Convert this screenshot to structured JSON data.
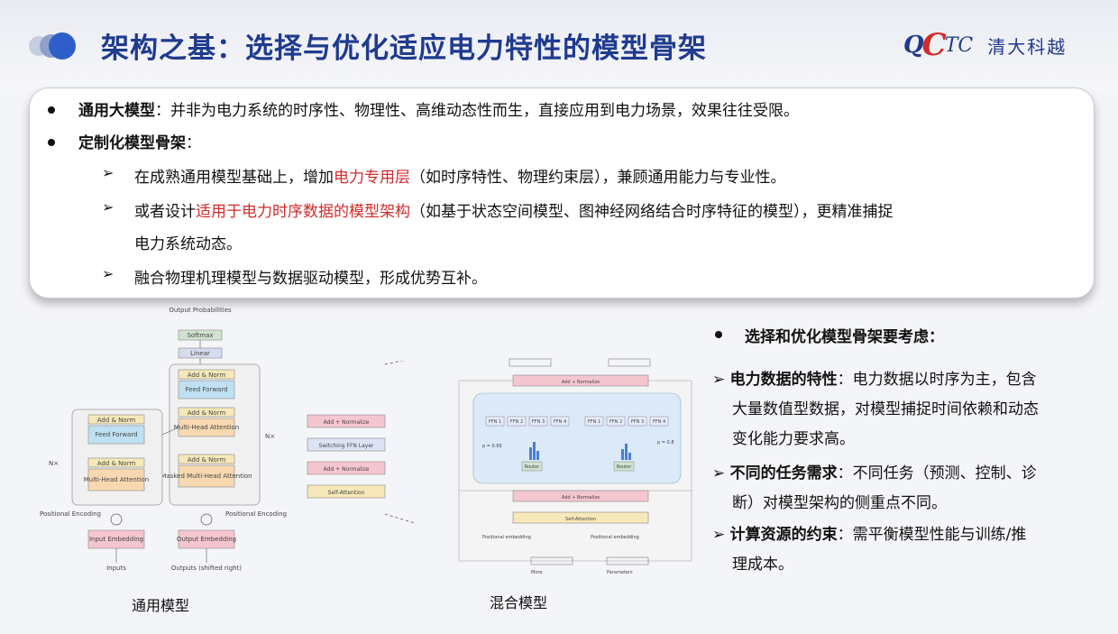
{
  "header": {
    "title": "架构之基：选择与优化适应电力特性的模型骨架",
    "logo_q": "Q",
    "logo_c": "C",
    "logo_tc": "TC",
    "logo_cn": "清大科越"
  },
  "top_box": {
    "item1_bold": "通用大模型",
    "item1_text": "：并非为电力系统的时序性、物理性、高维动态性而生，直接应用到电力场景，效果往往受限。",
    "item2_bold": "定制化模型骨架",
    "item2_text": "：",
    "sub1_pre": "在成熟通用模型基础上，增加",
    "sub1_red": "电力专用层",
    "sub1_post": "（如时序特性、物理约束层），兼顾通用能力与专业性。",
    "sub2_pre": "或者设计",
    "sub2_red": "适用于电力时序数据的模型架构",
    "sub2_post": "（如基于状态空间模型、图神经网络结合时序特征的模型），更精准捕捉",
    "sub2_line2": "电力系统动态。",
    "sub3": "融合物理机理模型与数据驱动模型，形成优势互补。"
  },
  "right_panel": {
    "heading": "选择和优化模型骨架要考虑：",
    "p1_bold": "电力数据的特性",
    "p1_l1": "：电力数据以时序为主，包含",
    "p1_l2": "大量数值型数据，对模型捕捉时间依赖和动态",
    "p1_l3": "变化能力要求高。",
    "p2_bold": "不同的任务需求",
    "p2_l1": "：不同任务（预测、控制、诊",
    "p2_l2": "断）对模型架构的侧重点不同。",
    "p3_bold": "计算资源的约束",
    "p3_l1": "：需平衡模型性能与训练/推",
    "p3_l2": "理成本。"
  },
  "diagram_left": {
    "caption": "通用模型",
    "output_probs": "Output Probabilities",
    "softmax": "Softmax",
    "linear": "Linear",
    "add_norm": "Add & Norm",
    "feed_forward": "Feed Forward",
    "mh_attention": "Multi-Head Attention",
    "masked_mh": "Masked Multi-Head Attention",
    "nx": "N×",
    "pos_enc": "Positional Encoding",
    "input_emb": "Input Embedding",
    "output_emb": "Output Embedding",
    "inputs": "Inputs",
    "outputs": "Outputs (shifted right)"
  },
  "diagram_right": {
    "caption": "混合模型",
    "add_normalize": "Add + Normalize",
    "switch_ffn": "Switching FFN Layer",
    "self_attention": "Self-Attention",
    "ffn1": "FFN 1",
    "ffn2": "FFN 2",
    "ffn3": "FFN 3",
    "ffn4": "FFN 4",
    "router": "Router",
    "p1": "p = 0.65",
    "p2": "p = 0.8",
    "pos_emb": "Positional embedding",
    "x1": "More",
    "x2": "Parameters"
  },
  "colors": {
    "title": "#1f3b8f",
    "accent": "#d22b2b"
  }
}
